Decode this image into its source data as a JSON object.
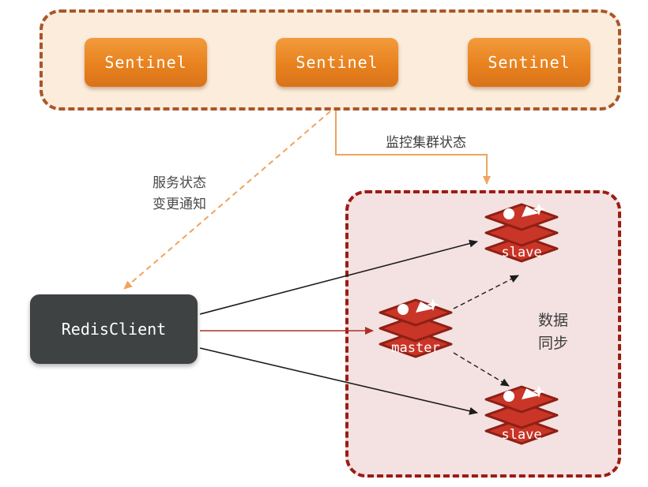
{
  "sentinel_group": {
    "nodes": [
      {
        "label": "Sentinel"
      },
      {
        "label": "Sentinel"
      },
      {
        "label": "Sentinel"
      }
    ]
  },
  "cluster": {
    "nodes": [
      {
        "label": "slave"
      },
      {
        "label": "master"
      },
      {
        "label": "slave"
      }
    ],
    "sync_line1": "数据",
    "sync_line2": "同步"
  },
  "client": {
    "label": "RedisClient"
  },
  "edge_labels": {
    "monitor": "监控集群状态",
    "notify_line1": "服务状态",
    "notify_line2": "变更通知"
  },
  "colors": {
    "sentinel_fill": "#e8821e",
    "sentinel_group_border": "#a8562a",
    "sentinel_group_bg": "#fcecdc",
    "cluster_border": "#9b1c12",
    "cluster_bg": "#f4e1e2",
    "redis_red": "#c93527",
    "client_bg": "#3e4243",
    "arrow_orange": "#f0a35e",
    "arrow_red": "#a93226",
    "arrow_black": "#1c1c1c"
  }
}
